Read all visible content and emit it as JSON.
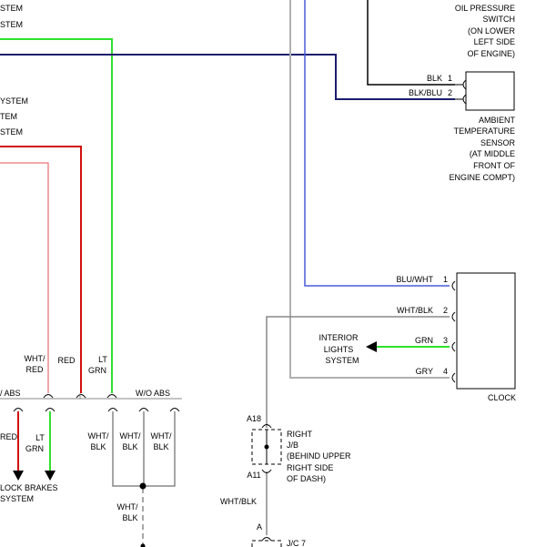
{
  "diagram": {
    "colors": {
      "green": "#2ee02e",
      "navy": "#1c1c6e",
      "blue": "#4a5ad8",
      "red_light": "#e05050",
      "red": "#d01010",
      "gray": "#888888",
      "gray_light": "#b0b0b0",
      "black": "#000000"
    },
    "left_edge_labels": {
      "l1": "STEM",
      "l2": "STEM",
      "l3": "YSTEM",
      "l4": "TEM",
      "l5": "STEM"
    },
    "oil_pressure_switch": {
      "line1": "OIL PRESSURE",
      "line2": "SWITCH",
      "line3": "(ON LOWER",
      "line4": "LEFT SIDE",
      "line5": "OF ENGINE)"
    },
    "ambient_sensor": {
      "pin1_wire": "BLK",
      "pin1_num": "1",
      "pin2_wire": "BLK/BLU",
      "pin2_num": "2",
      "line1": "AMBIENT",
      "line2": "TEMPERATURE",
      "line3": "SENSOR",
      "line4": "(AT MIDDLE",
      "line5": "FRONT OF",
      "line6": "ENGINE COMPT)"
    },
    "clock": {
      "label": "CLOCK",
      "pin1_wire": "BLU/WHT",
      "pin1_num": "1",
      "pin2_wire": "WHT/BLK",
      "pin2_num": "2",
      "pin3_wire": "GRN",
      "pin3_num": "3",
      "pin4_wire": "GRY",
      "pin4_num": "4"
    },
    "interior_lights": {
      "line1": "INTERIOR",
      "line2": "LIGHTS",
      "line3": "SYSTEM"
    },
    "abs_section": {
      "w_abs": "/ ABS",
      "wo_abs": "W/O ABS",
      "wht_red_1": "WHT/",
      "wht_red_2": "RED",
      "red": "RED",
      "lt_grn_1": "LT",
      "lt_grn_2": "GRN",
      "red_below": "RED",
      "lt_grn_below_1": "LT",
      "lt_grn_below_2": "GRN",
      "wht_blk_a1": "WHT/",
      "wht_blk_a2": "BLK",
      "wht_blk_b1": "WHT/",
      "wht_blk_b2": "BLK",
      "wht_blk_c1": "WHT/",
      "wht_blk_c2": "BLK",
      "wht_blk_d1": "WHT/",
      "wht_blk_d2": "BLK",
      "brakes_1": "LOCK BRAKES",
      "brakes_2": "SYSTEM"
    },
    "junction_block": {
      "pin_top": "A18",
      "pin_bottom": "A11",
      "line1": "RIGHT",
      "line2": "J/B",
      "line3": "(BEHIND UPPER",
      "line4": "RIGHT SIDE",
      "line5": "OF DASH)",
      "wire_below": "WHT/BLK",
      "pin_a": "A",
      "jc_label": "J/C 7"
    }
  }
}
